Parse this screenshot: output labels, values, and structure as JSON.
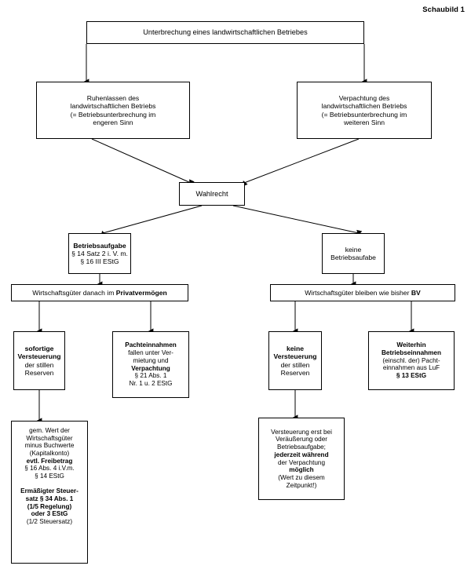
{
  "figure": {
    "label": "Schaubild 1"
  },
  "diagram": {
    "type": "flowchart",
    "language": "de",
    "nodes": {
      "root": {
        "id": "root",
        "lines": [
          "Unterbrechung eines landwirtschaftlichen Betriebes"
        ]
      },
      "ruhenlassen": {
        "id": "ruhenlassen",
        "lines": [
          "Ruhenlassen des",
          "landwirtschaftlichen Betriebs",
          "(= Betriebsunterbrechung im",
          "engeren Sinn"
        ]
      },
      "verpachtung": {
        "id": "verpachtung",
        "lines": [
          "Verpachtung des",
          "landwirtschaftlichen Betriebs",
          "(= Betriebsunterbrechung im",
          "weiteren Sinn"
        ]
      },
      "wahlrecht": {
        "id": "wahlrecht",
        "lines": [
          "Wahlrecht"
        ]
      },
      "betriebsaufgabe": {
        "id": "betriebsaufgabe",
        "lines": [
          "Betriebsaufgabe",
          "§ 14 Satz 2 i. V. m.",
          "§ 16 III EStG"
        ],
        "bold_lines": [
          0
        ]
      },
      "keine_betriebsaufgabe": {
        "id": "keine_betriebsaufgabe",
        "lines": [
          "keine",
          "Betriebsaufabe"
        ]
      },
      "privatvermoegen": {
        "id": "privatvermoegen",
        "text_plain": "Wirtschaftsgüter danach im ",
        "text_bold": "Privatvermögen"
      },
      "bleiben_bv": {
        "id": "bleiben_bv",
        "text_plain": "Wirtschaftsgüter bleiben wie bisher ",
        "text_bold": "BV"
      },
      "sofortige": {
        "id": "sofortige",
        "lines": [
          "sofortige",
          "Versteuerung",
          "der stillen",
          "Reserven"
        ],
        "bold_lines": [
          0,
          1
        ]
      },
      "pachteinnahmen": {
        "id": "pachteinnahmen",
        "lines": [
          "Pachteinnahmen",
          "fallen unter Ver-",
          "mietung und",
          "Verpachtung",
          "§ 21 Abs. 1",
          "Nr. 1 u. 2 EStG"
        ]
      },
      "keine_versteuerung": {
        "id": "keine_versteuerung",
        "lines": [
          "keine",
          "Versteuerung",
          "der stillen",
          "Reserven"
        ],
        "bold_lines": [
          0,
          1
        ]
      },
      "weiterhin": {
        "id": "weiterhin",
        "lines": [
          "Weiterhin",
          "Betriebseinnahmen",
          "(einschl. der) Pacht-",
          "einnahmen aus LuF",
          "§ 13 EStG"
        ],
        "bold_lines": [
          0,
          1,
          4
        ]
      },
      "gem_wert": {
        "id": "gem_wert",
        "lines": [
          "gem. Wert der",
          "Wirtschaftsgüter",
          "minus Buchwerte",
          "(Kapitalkonto)",
          "evtl. Freibetrag",
          "§ 16 Abs. 4 i.V.m.",
          "§ 14 EStG"
        ],
        "bold_lines": [
          4
        ]
      },
      "ermaessigter": {
        "id": "ermaessigter",
        "lines": [
          "Ermäßigter Steuer-",
          "satz § 34 Abs. 1",
          "(1/5 Regelung)",
          "oder 3 EStG",
          "(1/2 Steuersatz)"
        ],
        "bold_lines": [
          0,
          1,
          2,
          3
        ]
      },
      "versteuerung_erst": {
        "id": "versteuerung_erst",
        "lines": [
          "Versteuerung erst bei",
          "Veräußerung oder",
          "Betriebsaufgabe;",
          "jederzeit während",
          "der Verpachtung",
          "möglich",
          "(Wert zu diesem",
          "Zeitpunkt!)"
        ],
        "bold_lines": [
          3,
          5
        ]
      }
    },
    "edges": [
      {
        "from": "root",
        "to": "ruhenlassen"
      },
      {
        "from": "root",
        "to": "verpachtung"
      },
      {
        "from": "ruhenlassen",
        "to": "wahlrecht"
      },
      {
        "from": "verpachtung",
        "to": "wahlrecht"
      },
      {
        "from": "wahlrecht",
        "to": "betriebsaufgabe"
      },
      {
        "from": "wahlrecht",
        "to": "keine_betriebsaufgabe"
      },
      {
        "from": "betriebsaufgabe",
        "to": "privatvermoegen"
      },
      {
        "from": "keine_betriebsaufgabe",
        "to": "bleiben_bv"
      },
      {
        "from": "privatvermoegen",
        "to": "sofortige"
      },
      {
        "from": "privatvermoegen",
        "to": "pachteinnahmen"
      },
      {
        "from": "bleiben_bv",
        "to": "keine_versteuerung"
      },
      {
        "from": "bleiben_bv",
        "to": "weiterhin"
      },
      {
        "from": "sofortige",
        "to": "gem_wert"
      },
      {
        "from": "keine_versteuerung",
        "to": "versteuerung_erst"
      }
    ]
  }
}
